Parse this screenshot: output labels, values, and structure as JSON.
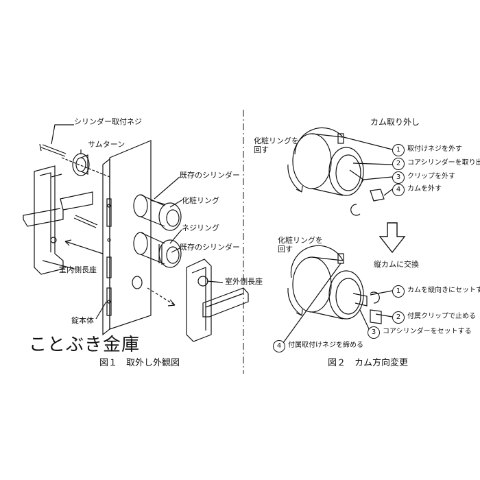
{
  "fig1": {
    "labels": {
      "cylinder_screw": "シリンダー取付ネジ",
      "thumb_turn": "サムターン",
      "existing_cylinder_1": "既存のシリンダー",
      "trim_ring": "化粧リング",
      "screw_ring": "ネジリング",
      "existing_cylinder_2": "既存のシリンダー",
      "outdoor_plate": "室外側長座",
      "indoor_plate": "室内側長座",
      "lock_body": "錠本体"
    },
    "caption": "図１　取外し外観図"
  },
  "brand": "ことぶき金庫",
  "fig2": {
    "title": "カム取り外し",
    "rotate_note_1": "化粧リングを\n回す",
    "rotate_note_2": "化粧リングを\n回す",
    "steps_remove": [
      {
        "n": "1",
        "text": "取付けネジを外す"
      },
      {
        "n": "2",
        "text": "コアシリンダーを取り出す"
      },
      {
        "n": "3",
        "text": "クリップを外す"
      },
      {
        "n": "4",
        "text": "カムを外す"
      }
    ],
    "swap_note": "縦カムに交換",
    "steps_install": [
      {
        "n": "1",
        "text": "カムを縦向きにセットする"
      },
      {
        "n": "2",
        "text": "付属クリップで止める"
      },
      {
        "n": "3",
        "text": "コアシリンダーをセットする"
      },
      {
        "n": "4",
        "text": "付属取付けネジを締める"
      }
    ],
    "caption": "図２　カム方向変更"
  }
}
